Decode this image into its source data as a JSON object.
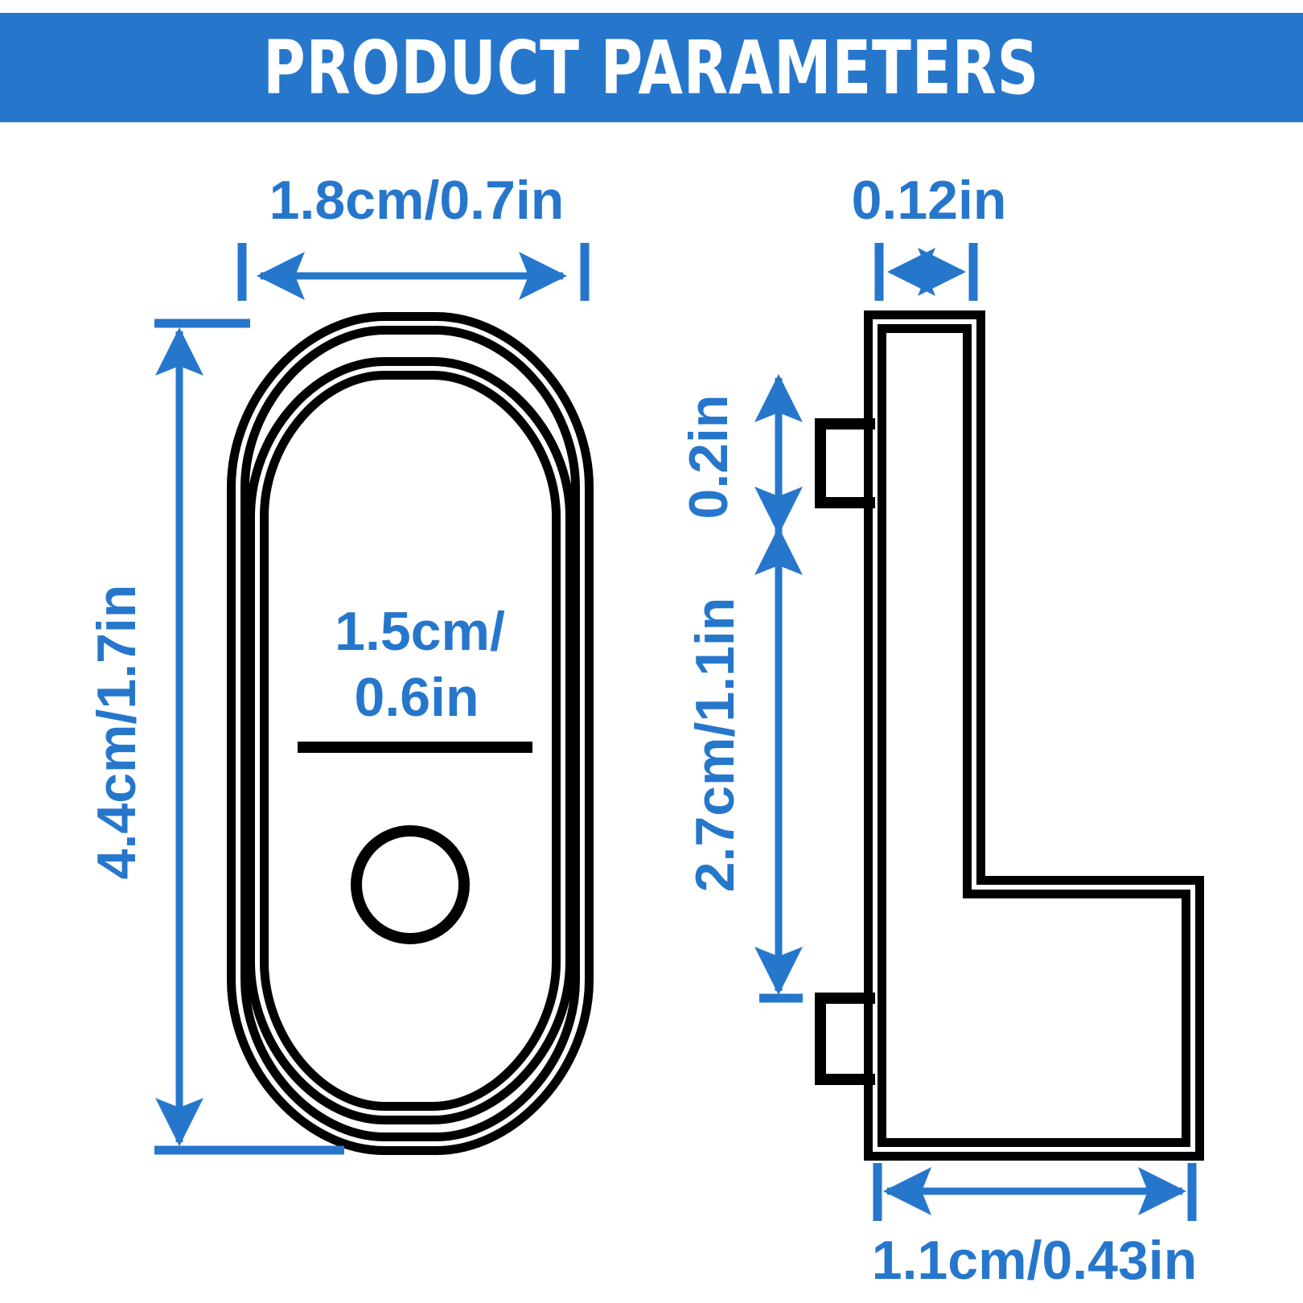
{
  "banner": {
    "title": "PRODUCT PARAMETERS",
    "background_color": "#2677cc",
    "text_color": "#ffffff"
  },
  "colors": {
    "dimension": "#2677cc",
    "outline": "#000000",
    "background": "#ffffff"
  },
  "front_view": {
    "width_label": "1.8cm/0.7in",
    "height_label": "4.4cm/1.7in",
    "inner_width_label_line1": "1.5cm/",
    "inner_width_label_line2": "0.6in"
  },
  "side_view": {
    "thickness_label": "0.12in",
    "tab_label": "0.2in",
    "tab_spacing_label": "2.7cm/1.1in",
    "base_width_label": "1.1cm/0.43in"
  }
}
